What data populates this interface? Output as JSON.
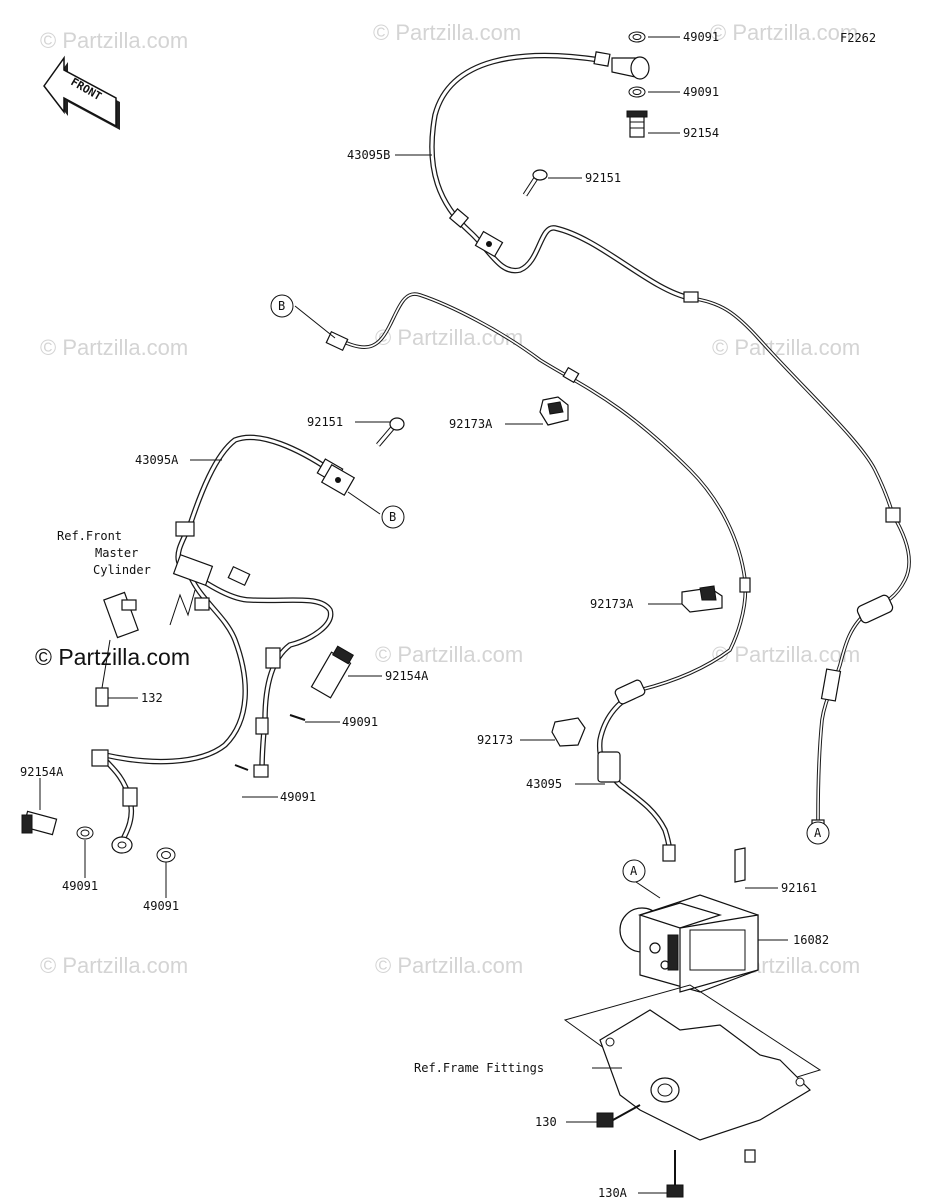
{
  "diagram": {
    "code": "F2262",
    "front_arrow": "FRONT",
    "watermark_text": "© Partzilla.com",
    "labels": {
      "p49091_a": "49091",
      "p49091_b": "49091",
      "p92154": "92154",
      "p92151_top": "92151",
      "p43095B": "43095B",
      "p92151_mid": "92151",
      "p43095A": "43095A",
      "p92173A_a": "92173A",
      "p92173A_b": "92173A",
      "ref_front_1": "Ref.Front",
      "ref_front_2": "Master",
      "ref_front_3": "Cylinder",
      "p132": "132",
      "p92154A_mid": "92154A",
      "p49091_c": "49091",
      "p49091_d": "49091",
      "p92154A_left": "92154A",
      "p49091_e": "49091",
      "p49091_f": "49091",
      "p92173": "92173",
      "p43095": "43095",
      "p92161": "92161",
      "p16082": "16082",
      "ref_frame": "Ref.Frame Fittings",
      "p130": "130",
      "p130A": "130A",
      "callout_B": "B",
      "callout_A": "A"
    }
  }
}
